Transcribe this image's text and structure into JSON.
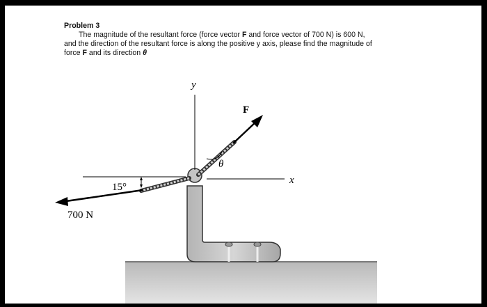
{
  "problem": {
    "title": "Problem 3",
    "line1_a": "The magnitude of the resultant force (force vector ",
    "line1_f": "F",
    "line1_b": " and force vector of 700 N) is 600 N,",
    "line2": "and the direction of the resultant force is along the positive y axis, please find the magnitude of",
    "line3_force": "force ",
    "line3_f": "F",
    "line3_and": " and its direction ",
    "line3_theta": "θ"
  },
  "figure": {
    "y_axis_label": "y",
    "x_axis_label": "x",
    "force_f_label": "F",
    "theta_label": "θ",
    "angle_label": "15°",
    "force_700_label": "700 N"
  }
}
